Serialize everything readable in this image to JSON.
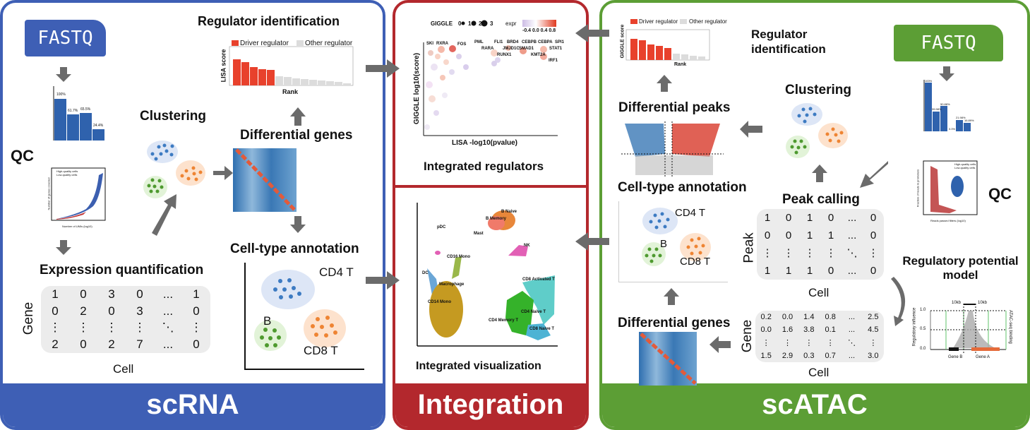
{
  "colors": {
    "scrna": "#3e5fb5",
    "integration": "#b3282d",
    "scatac": "#5c9e35",
    "arrow": "#6b6b6b",
    "driver": "#e8412c",
    "other": "#dcdcdc"
  },
  "scrna": {
    "band": "scRNA",
    "fastq": "FASTQ",
    "qc": "QC",
    "clustering": "Clustering",
    "expression_quantification": "Expression quantification",
    "matrix": {
      "row_label": "Gene",
      "col_label": "Cell",
      "rows": [
        [
          "1",
          "0",
          "3",
          "0",
          "...",
          "1"
        ],
        [
          "0",
          "2",
          "0",
          "3",
          "...",
          "0"
        ],
        [
          "⋮",
          "⋮",
          "⋮",
          "⋮",
          "⋱",
          "⋮"
        ],
        [
          "2",
          "0",
          "2",
          "7",
          "...",
          "0"
        ]
      ]
    },
    "regulator_identification": "Regulator identification",
    "legend": {
      "driver": "Driver regulator",
      "other": "Other regulator"
    },
    "lisa_ylabel": "LISA score",
    "rank_label": "Rank",
    "differential_genes": "Differential genes",
    "cell_type_annotation": "Cell-type annotation",
    "annotation_labels": {
      "cd4": "CD4 T",
      "b": "B",
      "cd8": "CD8 T"
    },
    "qc_bar_labels": [
      "100%",
      "61.7%",
      "65.5%",
      "24.4%"
    ],
    "qc_scatter": {
      "legend1": "High-quality cells",
      "legend2": "Low-quality cells",
      "xlabel": "Number of UMIs (log10)",
      "ylabel": "Number of genes covered"
    }
  },
  "integration": {
    "band": "Integration",
    "giggle_legend": {
      "label": "GIGGLE",
      "sizes": [
        "0",
        "1",
        "2",
        "3"
      ],
      "expr_label": "expr",
      "expr_ticks": "-0.4 0.0 0.4 0.8"
    },
    "scatter_ylabel": "GIGGLE log10(score)",
    "scatter_xlabel": "LISA -log10(pvalue)",
    "regulator_labels": [
      "SKI",
      "RXRA",
      "FOS",
      "PML",
      "RARA",
      "FLI1",
      "BRD4",
      "CEBPB",
      "CEBPA",
      "SPI1",
      "JMJD1C",
      "SMAD1",
      "RUNX1",
      "STAT1",
      "KMT2A",
      "IRF1"
    ],
    "integrated_regulators": "Integrated regulators",
    "umap_labels": [
      "B Naive",
      "B Memory",
      "pDC",
      "Mast",
      "NK",
      "CD16 Mono",
      "DC",
      "Macrophage",
      "CD14 Mono",
      "CD8 Activated T",
      "CD4 Naive T",
      "CD4 Memory T",
      "CD8 Naive T"
    ],
    "integrated_visualization": "Integrated visualization"
  },
  "scatac": {
    "band": "scATAC",
    "fastq": "FASTQ",
    "qc": "QC",
    "regulator_identification": "Regulator identification",
    "legend": {
      "driver": "Driver regulator",
      "other": "Other regulator"
    },
    "giggle_ylabel": "GIGGLE score",
    "rank_label": "Rank",
    "clustering": "Clustering",
    "differential_peaks": "Differential peaks",
    "cell_type_annotation": "Cell-type annotation",
    "annotation_labels": {
      "cd4": "CD4 T",
      "b": "B",
      "cd8": "CD8 T"
    },
    "peak_calling": "Peak calling",
    "peak_matrix": {
      "row_label": "Peak",
      "col_label": "Cell",
      "rows": [
        [
          "1",
          "0",
          "1",
          "0",
          "...",
          "0"
        ],
        [
          "0",
          "0",
          "1",
          "1",
          "...",
          "0"
        ],
        [
          "⋮",
          "⋮",
          "⋮",
          "⋮",
          "⋱",
          "⋮"
        ],
        [
          "1",
          "1",
          "1",
          "0",
          "...",
          "0"
        ]
      ]
    },
    "gene_matrix": {
      "row_label": "Gene",
      "col_label": "Cell",
      "rows": [
        [
          "0.2",
          "0.0",
          "1.4",
          "0.8",
          "...",
          "2.5"
        ],
        [
          "0.0",
          "1.6",
          "3.8",
          "0.1",
          "...",
          "4.5"
        ],
        [
          "⋮",
          "⋮",
          "⋮",
          "⋮",
          "⋱",
          "⋮"
        ],
        [
          "1.5",
          "2.9",
          "0.3",
          "0.7",
          "...",
          "3.0"
        ]
      ]
    },
    "regulatory_potential_model": "Regulatory potential model",
    "rp": {
      "left_axis": "Regulatory influence",
      "right_axis": "ATAC-seq binding",
      "dist": "10kb",
      "gene_b": "Gene B",
      "gene_a": "Gene A",
      "ticks": [
        "0.0",
        "0.5",
        "1.0"
      ]
    },
    "differential_genes": "Differential genes",
    "qc_bar_labels": [
      "100%",
      "39.98%",
      "50.88%",
      "0.0%",
      "21.98%",
      "16.89%"
    ],
    "qc_scatter": {
      "legend1": "High-quality cells",
      "legend2": "Low-quality cells",
      "xlabel": "Reads passed filters (log10)",
      "ylabel": "Fraction of reads in promoters"
    }
  }
}
